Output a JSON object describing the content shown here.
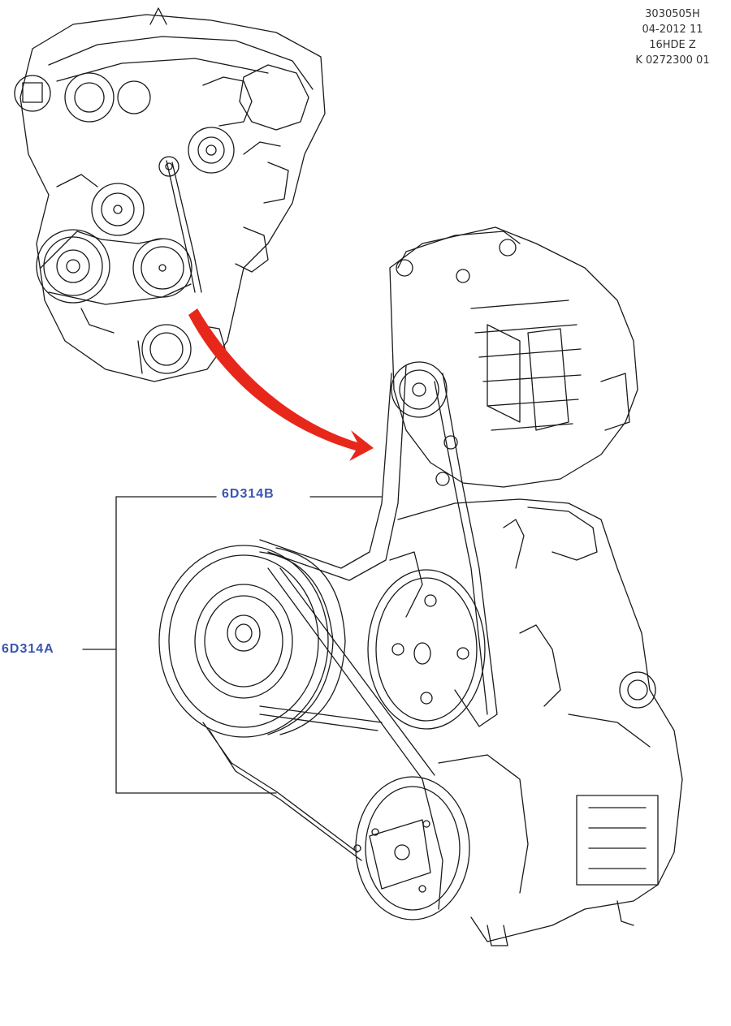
{
  "reference": {
    "lines": [
      "3030505H",
      "04-2012 11",
      "16HDE Z",
      "K 0272300 01"
    ]
  },
  "callouts": {
    "belt_b": "6D314B",
    "belt_a": "6D314A"
  },
  "colors": {
    "callout_text": "#3a55b0",
    "arrow": "#e8271b",
    "line_art": "#1a1a1a"
  }
}
